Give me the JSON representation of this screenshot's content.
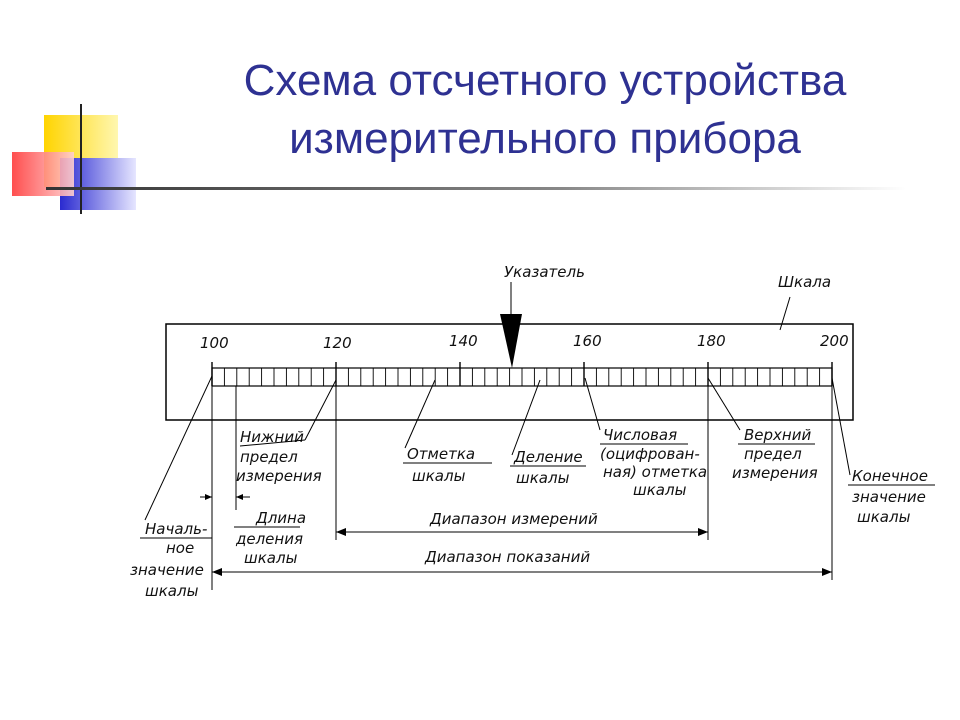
{
  "slide": {
    "title_line1": "Схема отсчетного устройства",
    "title_line2": "измерительного прибора",
    "accent_color": "#2e3192"
  },
  "diagram": {
    "scale_numbers": [
      "100",
      "120",
      "140",
      "160",
      "180",
      "200"
    ],
    "label_pointer": "Указатель",
    "label_scale": "Шкала",
    "lower_limit": [
      "Нижний",
      "предел",
      "измерения"
    ],
    "scale_mark": [
      "Отметка",
      "шкалы"
    ],
    "division": [
      "Деление",
      "шкалы"
    ],
    "numeric_mark": [
      "Числовая",
      "(оцифрован-",
      "ная) отметка",
      "шкалы"
    ],
    "upper_limit": [
      "Верхний",
      "предел",
      "измерения"
    ],
    "final_value": [
      "Конечное",
      "значение",
      "шкалы"
    ],
    "initial_value": [
      "Началь-",
      "ное",
      "значение",
      "шкалы"
    ],
    "division_length": [
      "Длина",
      "деления",
      "шкалы"
    ],
    "measurement_range": "Диапазон измерений",
    "indication_range": "Диапазон показаний"
  }
}
